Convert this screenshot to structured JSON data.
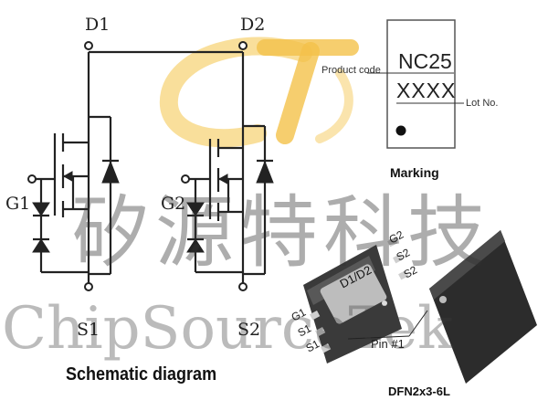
{
  "schematic": {
    "title": "Schematic diagram",
    "nodes": {
      "d1": "D1",
      "d2": "D2",
      "g1": "G1",
      "g2": "G2",
      "s1": "S1",
      "s2": "S2"
    }
  },
  "marking": {
    "product_code_value": "NC25",
    "lot_value": "XXXX",
    "product_code_label": "Product code",
    "lot_label": "Lot No.",
    "caption": "Marking"
  },
  "package": {
    "name": "DFN2x3-6L",
    "top_label": "D1/D2",
    "pin_g2": "G2",
    "pin_s2a": "S2",
    "pin_s2b": "S2",
    "pin_g1": "G1",
    "pin_s1a": "S1",
    "pin_s1b": "S1",
    "pin1_label": "Pin #1"
  },
  "watermark": {
    "chinese": "矽源特科技",
    "english": "ChipSourceTek",
    "logo_colors": [
      "#f7cf6a",
      "#f3b934"
    ]
  }
}
